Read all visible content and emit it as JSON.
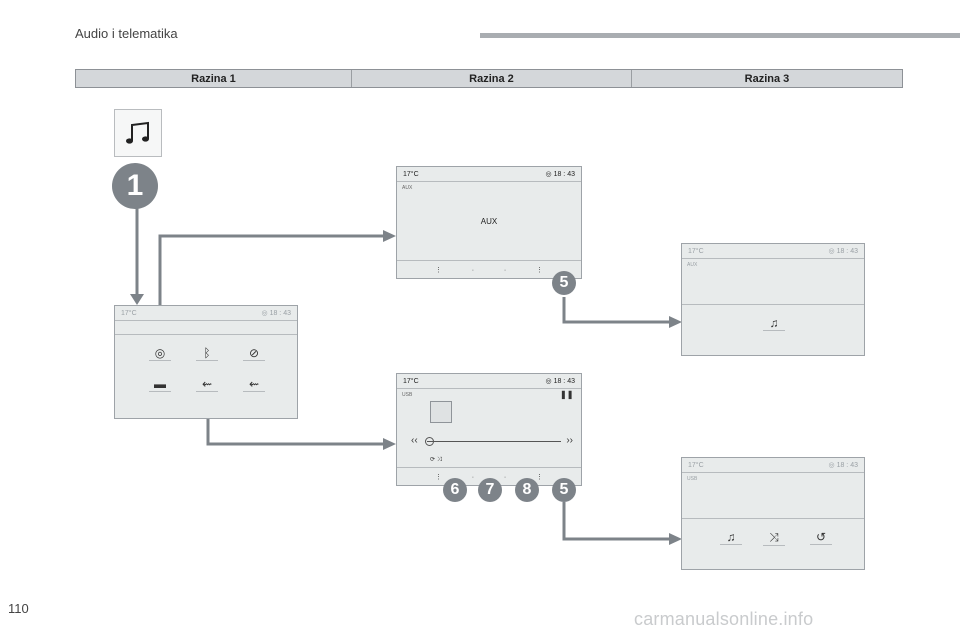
{
  "header": {
    "section_title": "Audio i telematika"
  },
  "levels": [
    "Razina 1",
    "Razina 2",
    "Razina 3"
  ],
  "badges": {
    "main": "1",
    "step_5a": "5",
    "step_6": "6",
    "step_7": "7",
    "step_8": "8",
    "step_5b": "5"
  },
  "status_bar": {
    "temperature": "17°C",
    "time": "18 : 43"
  },
  "screens": {
    "aux_main": {
      "source": "AUX",
      "center_text": "AUX"
    },
    "aux_sub": {
      "source": "AUX"
    },
    "usb_main": {
      "source": "USB"
    },
    "usb_sub": {
      "source": "USB"
    }
  },
  "icons": {
    "media": "music-note-icon",
    "sources": [
      "radio-icon",
      "bluetooth-icon",
      "cd-icon",
      "aux-jack-icon",
      "usb-icon",
      "usb-icon"
    ]
  },
  "footer": {
    "page_number": "110",
    "watermark": "carmanualsonline.info"
  }
}
